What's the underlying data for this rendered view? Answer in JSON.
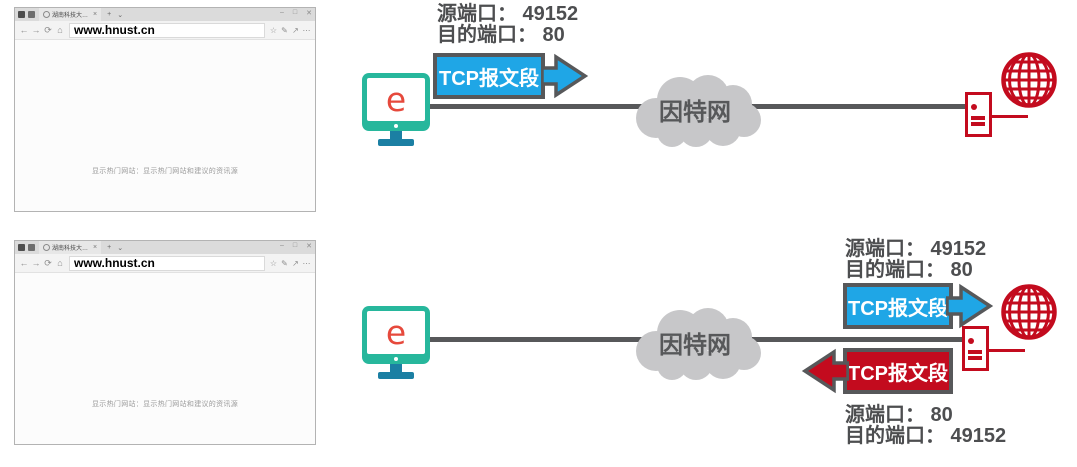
{
  "colors": {
    "accent_blue": "#1FA6E6",
    "accent_red": "#C30B1E",
    "line_gray": "#57585A",
    "cloud_gray": "#C7C7C9",
    "monitor_teal": "#27B79C",
    "monitor_stand": "#1B7FA3",
    "edge_e_red": "#E6493C",
    "text_gray": "#4D4E50"
  },
  "browser": {
    "tab": {
      "title": "湖南科技大…",
      "close": "×"
    },
    "tab_bar": {
      "new_tab": "+",
      "chevron": "⌄"
    },
    "window_controls": {
      "minimize": "–",
      "maximize": "□",
      "close": "✕"
    },
    "toolbar": {
      "back": "←",
      "forward": "→",
      "refresh": "⟳",
      "home": "⌂",
      "url": "www.hnust.cn",
      "favorites": "☆",
      "notes": "✎",
      "share": "↗",
      "more": "⋯"
    },
    "page_hint": "显示热门网站：显示热门网站和建议的资讯源"
  },
  "diagram": {
    "tcp_label": "TCP报文段",
    "internet_label": "因特网",
    "client_icon_letter": "e",
    "request_ports": {
      "src": "源端口： 49152",
      "dst": "目的端口： 80"
    },
    "response_ports": {
      "src": "源端口： 80",
      "dst": "目的端口： 49152"
    }
  }
}
